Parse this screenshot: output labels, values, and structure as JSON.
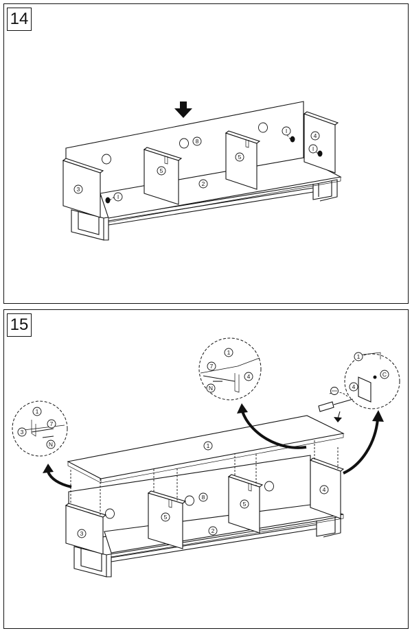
{
  "steps": [
    {
      "number": "14"
    },
    {
      "number": "15"
    }
  ],
  "step14": {
    "labels": {
      "side_left": "3",
      "side_right": "4",
      "divider_left": "5",
      "divider_right": "5",
      "bottom": "2",
      "back": "8"
    },
    "fastener_callouts": [
      "I",
      "I",
      "I"
    ]
  },
  "step15": {
    "labels": {
      "top": "1",
      "side_left": "3",
      "side_right": "4",
      "divider_left": "5",
      "divider_right": "5",
      "bottom": "2",
      "back": "8"
    },
    "detail_left": {
      "top": "1",
      "side": "3",
      "bracket": "7",
      "screw": "N"
    },
    "detail_center": {
      "top": "1",
      "bracket": "7",
      "side": "4",
      "screw": "N"
    },
    "detail_right": {
      "top": "1",
      "side": "4",
      "fitting": "C"
    }
  },
  "icons": [
    "down-arrow-icon",
    "screwdriver-icon",
    "curved-arrow-icon"
  ]
}
